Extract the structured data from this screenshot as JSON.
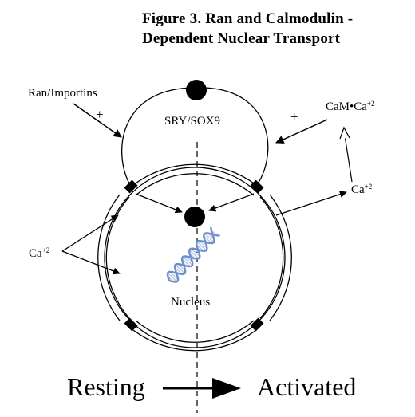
{
  "figure": {
    "title_line1": "Figure 3.  Ran and Calmodulin -",
    "title_line2": "Dependent Nuclear Transport"
  },
  "labels": {
    "ran_importins": "Ran/Importins",
    "plus_left": "+",
    "sry_sox9": "SRY/SOX9",
    "plus_right": "+",
    "cam": "CaM•Ca",
    "cam_sup": "+2",
    "ca_right": "Ca",
    "ca_right_sup": "+2",
    "ca_left": "Ca",
    "ca_left_sup": "+2",
    "nucleus": "Nucleus",
    "resting": "Resting",
    "activated": "Activated"
  },
  "colors": {
    "ink": "#000000",
    "dna_strand": "#6f8fc8",
    "dna_shadow": "#b8c7e4"
  }
}
